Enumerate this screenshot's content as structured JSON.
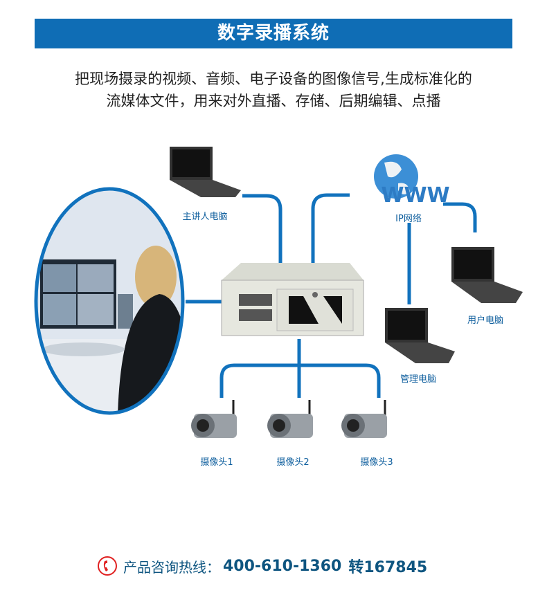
{
  "header": {
    "title": "数字录播系统"
  },
  "intro": {
    "line1": "把现场摄录的视频、音频、电子设备的图像信号,生成标准化的",
    "line2": "流媒体文件，用来对外直播、存储、后期编辑、点播"
  },
  "nodes": {
    "presenter_pc": "主讲人电脑",
    "ip_network": "IP网络",
    "www": "WWW",
    "user_pc": "用户电脑",
    "admin_pc": "管理电脑",
    "camera1": "摄像头1",
    "camera2": "摄像头2",
    "camera3": "摄像头3"
  },
  "hotline": {
    "label": "产品咨询热线：",
    "number": "400-610-1360",
    "ext": "转167845"
  },
  "colors": {
    "accent": "#0f6db5",
    "line": "#1172bd",
    "hotline": "#0e5580",
    "phone_icon": "#e02020"
  }
}
